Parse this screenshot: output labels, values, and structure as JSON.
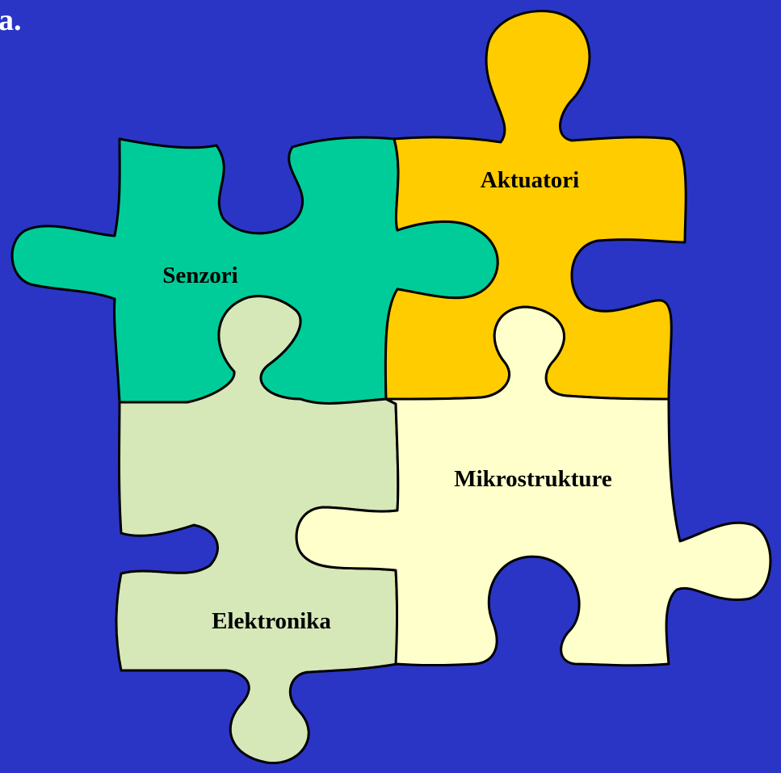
{
  "corner_text": "a.",
  "pieces": [
    {
      "label": "Senzori",
      "color": "#00cc99"
    },
    {
      "label": "Aktuatori",
      "color": "#ffcc00"
    },
    {
      "label": "Elektronika",
      "color": "#d6e8b8"
    },
    {
      "label": "Mikrostrukture",
      "color": "#ffffcc"
    }
  ],
  "colors": {
    "background": "#2a35c6",
    "outline": "#000000",
    "text": "#000000",
    "corner_text": "#ffffff"
  }
}
